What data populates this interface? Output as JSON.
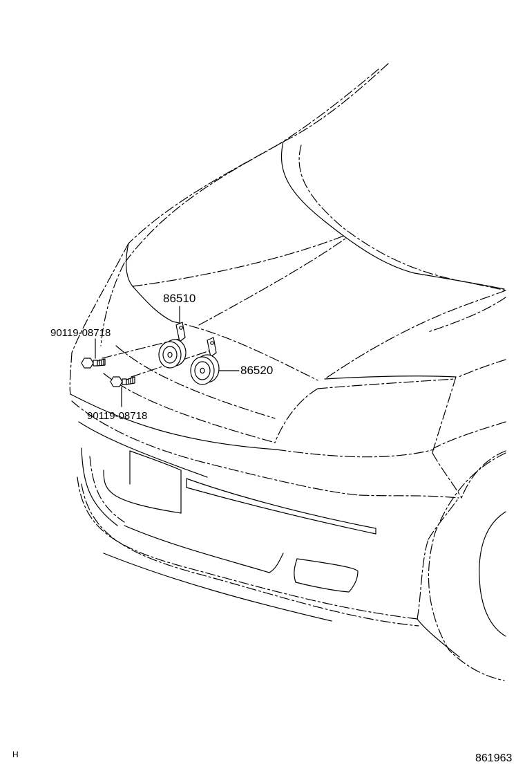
{
  "parts": {
    "horn_high": "86510",
    "horn_low": "86520",
    "bolt_upper": "90119-08718",
    "bolt_lower": "90119-08718"
  },
  "footer": {
    "left_code": "H",
    "diagram_number": "861963"
  }
}
